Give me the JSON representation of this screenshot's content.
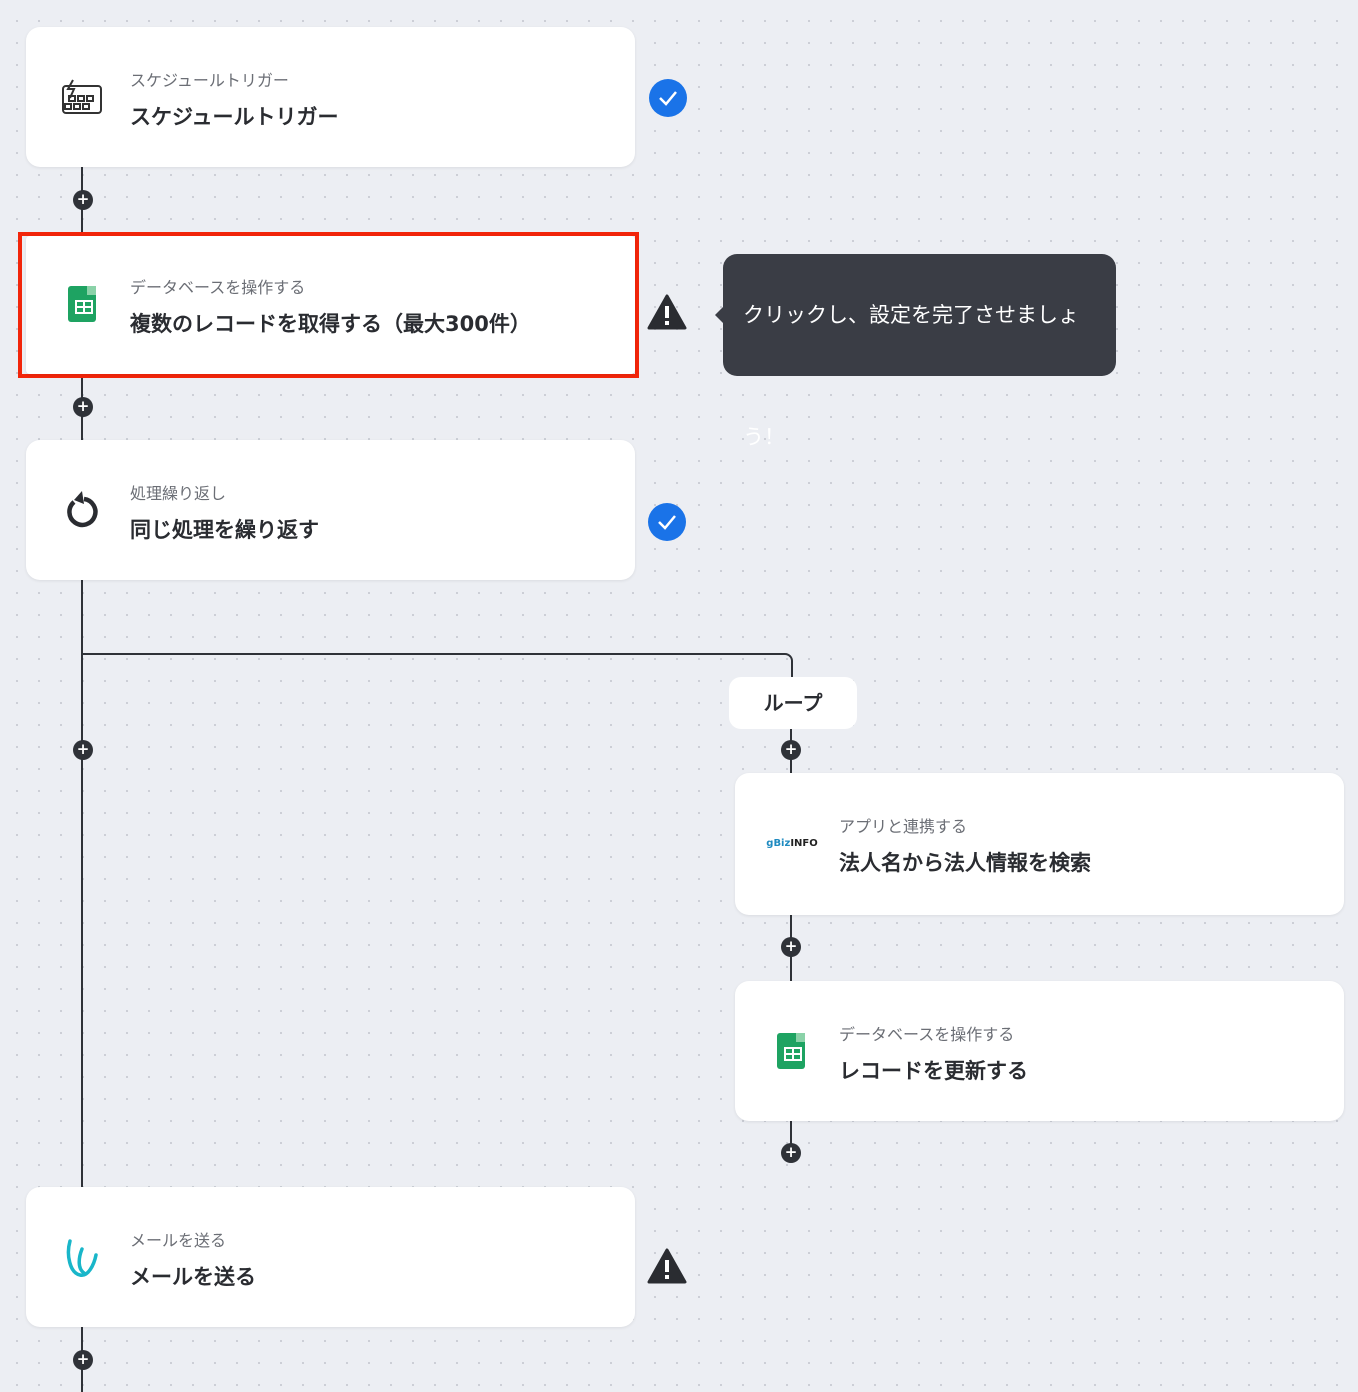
{
  "steps": [
    {
      "sub": "スケジュールトリガー",
      "title": "スケジュールトリガー",
      "icon": "calendar-bolt-icon",
      "status": "complete"
    },
    {
      "sub": "データベースを操作する",
      "title": "複数のレコードを取得する（最大300件）",
      "icon": "google-sheets-icon",
      "status": "warning"
    },
    {
      "sub": "処理繰り返し",
      "title": "同じ処理を繰り返す",
      "icon": "loop-icon",
      "status": "complete"
    },
    {
      "sub": "アプリと連携する",
      "title": "法人名から法人情報を検索",
      "icon": "gbizinfo-logo",
      "logo_text": "gBizINFO"
    },
    {
      "sub": "データベースを操作する",
      "title": "レコードを更新する",
      "icon": "google-sheets-icon"
    },
    {
      "sub": "メールを送る",
      "title": "メールを送る",
      "icon": "mail-icon",
      "status": "warning"
    }
  ],
  "loop_label": "ループ",
  "tooltip": "クリックし、設定を完了させましょう！",
  "colors": {
    "accent": "#1a73e8",
    "highlight": "#f2250a",
    "tooltip_bg": "#3a3d45"
  }
}
